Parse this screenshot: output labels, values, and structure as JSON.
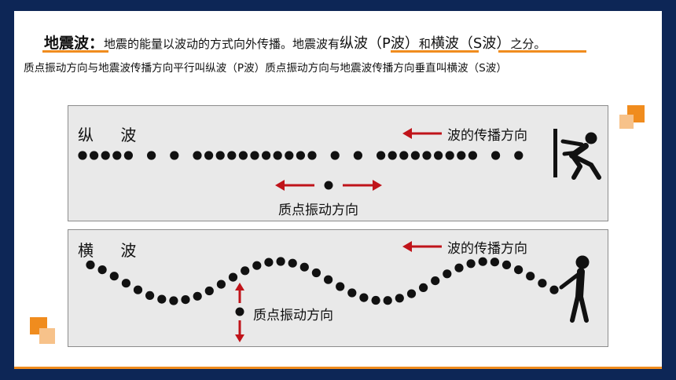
{
  "header": {
    "term": "地震波：",
    "intro": "地震的能量以波动的方式向外传播。地震波有",
    "p_wave": "纵波（P波）",
    "connector": "和",
    "s_wave": "横波（S波）",
    "ending": "之分。"
  },
  "subtitle": "质点振动方向与地震波传播方向平行叫纵波（P波）质点振动方向与地震波传播方向垂直叫横波（S波）",
  "longitudinal": {
    "label": "纵 波",
    "propagation_label": "波的传播方向",
    "vibration_label": "质点振动方向",
    "dot_offsets": [
      0,
      1,
      2,
      3,
      4,
      6,
      8,
      10,
      11,
      12,
      13,
      14,
      15,
      16,
      17,
      18,
      19,
      20,
      22,
      24,
      26,
      27,
      28,
      29,
      30,
      31,
      32,
      33,
      34,
      36,
      38
    ],
    "dot_step": 14.6
  },
  "transverse": {
    "label": "横 波",
    "propagation_label": "波的传播方向",
    "vibration_label": "质点振动方向",
    "dot_count": 40,
    "amplitude": 1,
    "wavelength_units": 17.5
  },
  "colors": {
    "arrow": "#c0141a",
    "orange": "#f08c1e",
    "orange_light": "#f7c28a",
    "navy": "#0d2656",
    "dot": "#111111"
  },
  "icons": {
    "long_figure": "person-pushing-wall-icon",
    "trans_figure": "person-shaking-rope-icon"
  }
}
